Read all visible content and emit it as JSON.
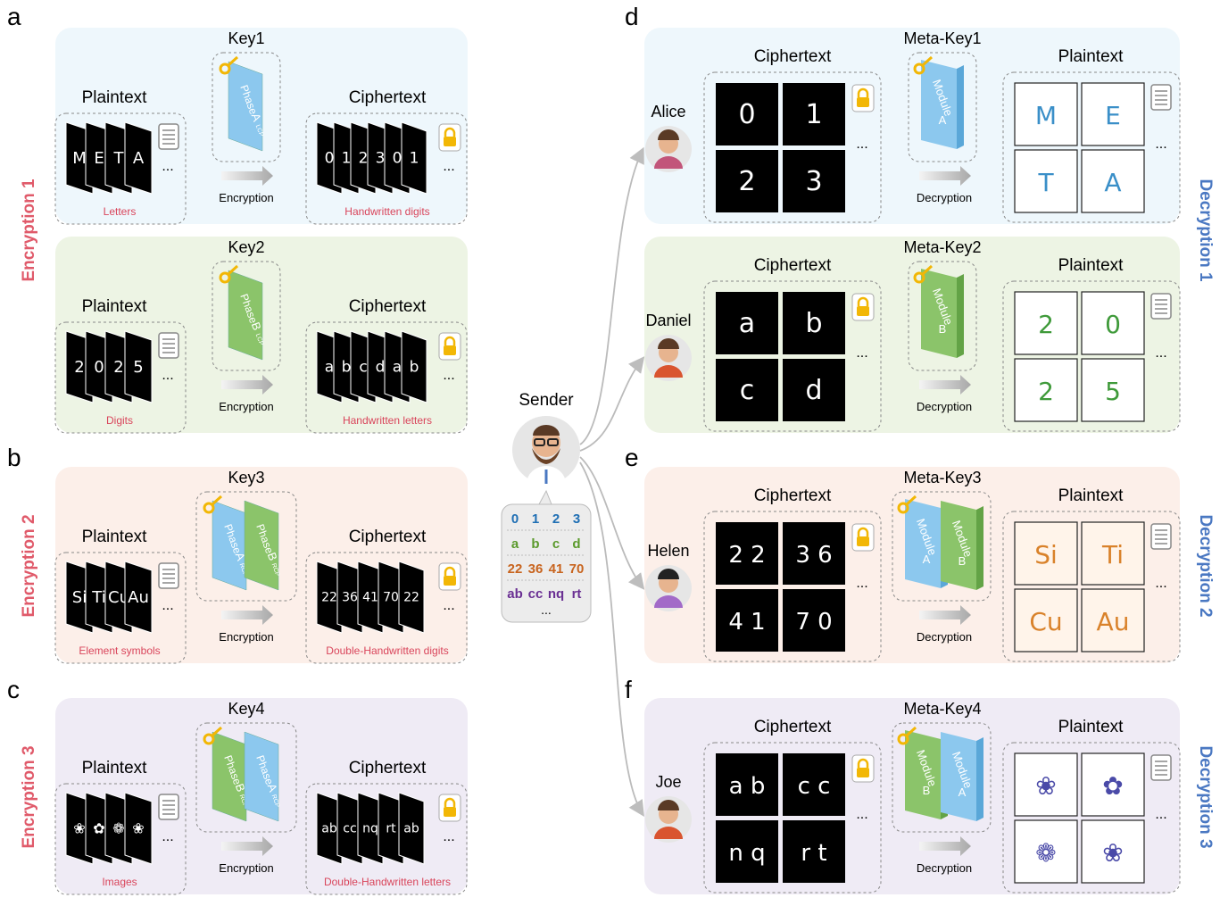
{
  "panel_letters": [
    "a",
    "b",
    "c",
    "d",
    "e",
    "f"
  ],
  "left_headers": {
    "plaintext": "Plaintext",
    "ciphertext": "Ciphertext",
    "encryption": "Encryption"
  },
  "right_headers": {
    "plaintext": "Plaintext",
    "ciphertext": "Ciphertext",
    "decryption": "Decryption"
  },
  "ellipsis": "...",
  "side_labels_left": [
    "Encryption 1",
    "Encryption 2",
    "Encryption 3"
  ],
  "side_labels_right": [
    "Decryption 1",
    "Decryption 2",
    "Decryption 3"
  ],
  "encrypt_panels": [
    {
      "key": "Key1",
      "plain_items": [
        "M",
        "E",
        "T",
        "A"
      ],
      "plain_caption": "Letters",
      "cipher_items": [
        "0",
        "1",
        "2",
        "3",
        "0",
        "1"
      ],
      "cipher_caption": "Handwritten digits",
      "key_cards": [
        {
          "text": "Phase",
          "sub": "A",
          "subsub": "LCP",
          "color": "blue"
        }
      ],
      "bg": "#eef7fc"
    },
    {
      "key": "Key2",
      "plain_items": [
        "2",
        "0",
        "2",
        "5"
      ],
      "plain_caption": "Digits",
      "cipher_items": [
        "a",
        "b",
        "c",
        "d",
        "a",
        "b"
      ],
      "cipher_caption": "Handwritten letters",
      "key_cards": [
        {
          "text": "Phase",
          "sub": "B",
          "subsub": "LCP",
          "color": "green"
        }
      ],
      "bg": "#edf4e4"
    },
    {
      "key": "Key3",
      "plain_items": [
        "Si",
        "Ti",
        "Cu",
        "Au"
      ],
      "plain_caption": "Element symbols",
      "cipher_items": [
        "22",
        "36",
        "41",
        "70",
        "22"
      ],
      "cipher_caption": "Double-Handwritten digits",
      "key_cards": [
        {
          "text": "Phase",
          "sub": "A",
          "subsub": "RCP",
          "color": "blue"
        },
        {
          "text": "Phase",
          "sub": "B",
          "subsub": "RCP",
          "color": "green"
        }
      ],
      "bg": "#fcefe9"
    },
    {
      "key": "Key4",
      "plain_items": [
        "❀",
        "✿",
        "❁",
        "❀"
      ],
      "plain_caption": "Images",
      "cipher_items": [
        "ab",
        "cc",
        "nq",
        "rt",
        "ab"
      ],
      "cipher_caption": "Double-Handwritten letters",
      "key_cards": [
        {
          "text": "Phase",
          "sub": "B",
          "subsub": "RCP",
          "color": "green"
        },
        {
          "text": "Phase",
          "sub": "A",
          "subsub": "RCP",
          "color": "blue"
        }
      ],
      "bg": "#efebf5"
    }
  ],
  "sender": {
    "label": "Sender",
    "bubble_rows": [
      {
        "items": [
          "0",
          "1",
          "2",
          "3"
        ],
        "color": "#1f6fb4"
      },
      {
        "items": [
          "a",
          "b",
          "c",
          "d"
        ],
        "color": "#5b9a2c"
      },
      {
        "items": [
          "22",
          "36",
          "41",
          "70"
        ],
        "color": "#c8641e"
      },
      {
        "items": [
          "ab",
          "cc",
          "nq",
          "rt"
        ],
        "color": "#6a2f93"
      }
    ],
    "bubble_more": "..."
  },
  "decrypt_panels": [
    {
      "receiver": "Alice",
      "key": "Meta-Key1",
      "cipher_cells": [
        "0",
        "1",
        "2",
        "3"
      ],
      "plain_cells": [
        "M",
        "E",
        "T",
        "A"
      ],
      "plain_color": "#3a8fc8",
      "module_cards": [
        {
          "text": "Module",
          "sub": "A",
          "color": "blue"
        }
      ],
      "bg": "#eef7fc"
    },
    {
      "receiver": "Daniel",
      "key": "Meta-Key2",
      "cipher_cells": [
        "a",
        "b",
        "c",
        "d"
      ],
      "plain_cells": [
        "2",
        "0",
        "2",
        "5"
      ],
      "plain_color": "#3f9a3a",
      "module_cards": [
        {
          "text": "Module",
          "sub": "B",
          "color": "green"
        }
      ],
      "bg": "#edf4e4"
    },
    {
      "receiver": "Helen",
      "key": "Meta-Key3",
      "cipher_cells": [
        "2 2",
        "3 6",
        "4 1",
        "7 0"
      ],
      "plain_cells": [
        "Si",
        "Ti",
        "Cu",
        "Au"
      ],
      "plain_color": "#d9822b",
      "module_cards": [
        {
          "text": "Module",
          "sub": "A",
          "color": "blue"
        },
        {
          "text": "Module",
          "sub": "B",
          "color": "green"
        }
      ],
      "bg": "#fcefe9"
    },
    {
      "receiver": "Joe",
      "key": "Meta-Key4",
      "cipher_cells": [
        "a b",
        "c c",
        "n q",
        "r t"
      ],
      "plain_cells": [
        "❀",
        "✿",
        "❁",
        "❀"
      ],
      "plain_color": "#4a4aa8",
      "module_cards": [
        {
          "text": "Module",
          "sub": "B",
          "color": "green"
        },
        {
          "text": "Module",
          "sub": "A",
          "color": "blue"
        }
      ],
      "bg": "#efebf5"
    }
  ],
  "colors": {
    "encrypt_label": "#e05a6a",
    "decrypt_label": "#4a78c2",
    "caption_red": "#d9455b",
    "card_blue": "#8cc8ee",
    "card_green": "#8bc46a",
    "lock_gold": "#f2b705",
    "arrow_gray": "#bbbbbb"
  }
}
